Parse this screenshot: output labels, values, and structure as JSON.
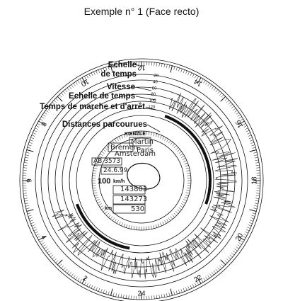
{
  "title": "Exemple n° 1 (Face recto)",
  "labels": {
    "echelle_temps_1_line1": "Echelle",
    "echelle_temps_1_line2": "de temps",
    "vitesse": "Vitesse",
    "echelle_temps_2": "Echelle de temps",
    "temps_marche_arret": "Temps de marche et d'arrêt",
    "distances_parcourues": "Distances parcourues"
  },
  "disc": {
    "brand": "KIENZLE",
    "driver_name": "Martin",
    "from_place": "Bremen",
    "to_place": "Paris",
    "via_place": "Amsterdam",
    "plate": "AB 3573",
    "date": "24.6.99",
    "speed_unit_value": "100",
    "speed_unit": "km/h",
    "km_end": "143803",
    "km_start": "143273",
    "km_label": "km",
    "km_total": "530",
    "hour_labels": [
      "2",
      "4",
      "6",
      "8",
      "10",
      "12",
      "14",
      "16",
      "18",
      "20",
      "22",
      "24"
    ],
    "speed_scale_labels": [
      "20",
      "40",
      "60",
      "80",
      "100",
      "120"
    ]
  }
}
